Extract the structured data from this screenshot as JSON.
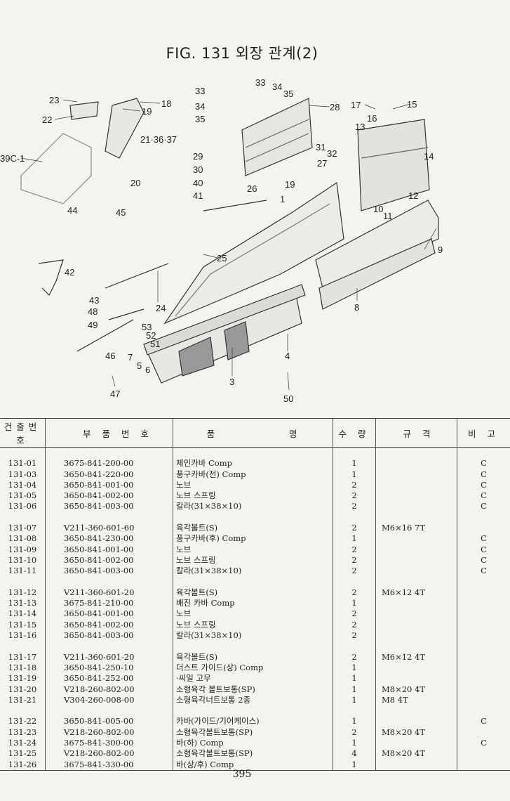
{
  "title": "FIG. 131 외장 관계(2)",
  "diagram": {
    "callouts": [
      "23",
      "22",
      "19",
      "18",
      "21·36·37",
      "39C-1",
      "20",
      "44",
      "45",
      "42",
      "33",
      "34",
      "35",
      "33",
      "34",
      "35",
      "28",
      "29",
      "30",
      "40",
      "41",
      "31",
      "32",
      "27",
      "19",
      "26",
      "1",
      "17",
      "15",
      "16",
      "13",
      "14",
      "12",
      "10",
      "11",
      "9",
      "25",
      "43",
      "48",
      "49",
      "24",
      "53",
      "52",
      "51",
      "7",
      "5",
      "6",
      "46",
      "47",
      "3",
      "4",
      "50",
      "8"
    ]
  },
  "table": {
    "headers": [
      "건출번호",
      "부 품 번 호",
      "품          명",
      "수 량",
      "규  격",
      "비 고"
    ],
    "groups": [
      [
        [
          "131-01",
          "3675-841-200-00",
          "체인카바 Comp",
          "1",
          "",
          "C"
        ],
        [
          "131-03",
          "3650-841-220-00",
          "풍구카바(전) Comp",
          "1",
          "",
          "C"
        ],
        [
          "131-04",
          "3650-841-001-00",
          "노브",
          "2",
          "",
          "C"
        ],
        [
          "131-05",
          "3650-841-002-00",
          "노브 스프링",
          "2",
          "",
          "C"
        ],
        [
          "131-06",
          "3650-841-003-00",
          "칼라(31×38×10)",
          "2",
          "",
          "C"
        ]
      ],
      [
        [
          "131-07",
          "V211-360-601-60",
          "육각볼트(S)",
          "2",
          "M6×16 7T",
          ""
        ],
        [
          "131-08",
          "3650-841-230-00",
          "풍구카바(후) Comp",
          "1",
          "",
          "C"
        ],
        [
          "131-09",
          "3650-841-001-00",
          "노브",
          "2",
          "",
          "C"
        ],
        [
          "131-10",
          "3650-841-002-00",
          "노브 스프링",
          "2",
          "",
          "C"
        ],
        [
          "131-11",
          "3650-841-003-00",
          "칼라(31×38×10)",
          "2",
          "",
          "C"
        ]
      ],
      [
        [
          "131-12",
          "V211-360-601-20",
          "육각볼트(S)",
          "2",
          "M6×12 4T",
          ""
        ],
        [
          "131-13",
          "3675-841-210-00",
          "배진 카바 Comp",
          "1",
          "",
          ""
        ],
        [
          "131-14",
          "3650-841-001-00",
          "노브",
          "2",
          "",
          ""
        ],
        [
          "131-15",
          "3650-841-002-00",
          "노브 스프링",
          "2",
          "",
          ""
        ],
        [
          "131-16",
          "3650-841-003-00",
          "칼라(31×38×10)",
          "2",
          "",
          ""
        ]
      ],
      [
        [
          "131-17",
          "V211-360-601-20",
          "육각볼트(S)",
          "2",
          "M6×12 4T",
          ""
        ],
        [
          "131-18",
          "3650-841-250-10",
          "더스트 가이드(상) Comp",
          "1",
          "",
          ""
        ],
        [
          "131-19",
          "3650-841-252-00",
          "·씨일 고무",
          "1",
          "",
          ""
        ],
        [
          "131-20",
          "V218-260-802-00",
          "소형육각 볼트보통(SP)",
          "1",
          "M8×20 4T",
          ""
        ],
        [
          "131-21",
          "V304-260-008-00",
          "소형육각너트보통 2종",
          "1",
          "M8 4T",
          ""
        ]
      ],
      [
        [
          "131-22",
          "3650-841-005-00",
          "카바(가이드/기어케이스)",
          "1",
          "",
          "C"
        ],
        [
          "131-23",
          "V218-260-802-00",
          "소형육각볼트보통(SP)",
          "2",
          "M8×20 4T",
          ""
        ],
        [
          "131-24",
          "3675-841-300-00",
          "바(하) Comp",
          "1",
          "",
          "C"
        ],
        [
          "131-25",
          "V218-260-802-00",
          "소형육각볼트보통(SP)",
          "4",
          "M8×20 4T",
          ""
        ],
        [
          "131-26",
          "3675-841-330-00",
          "바(상/후) Comp",
          "1",
          "",
          ""
        ]
      ]
    ]
  },
  "page_number": "395"
}
